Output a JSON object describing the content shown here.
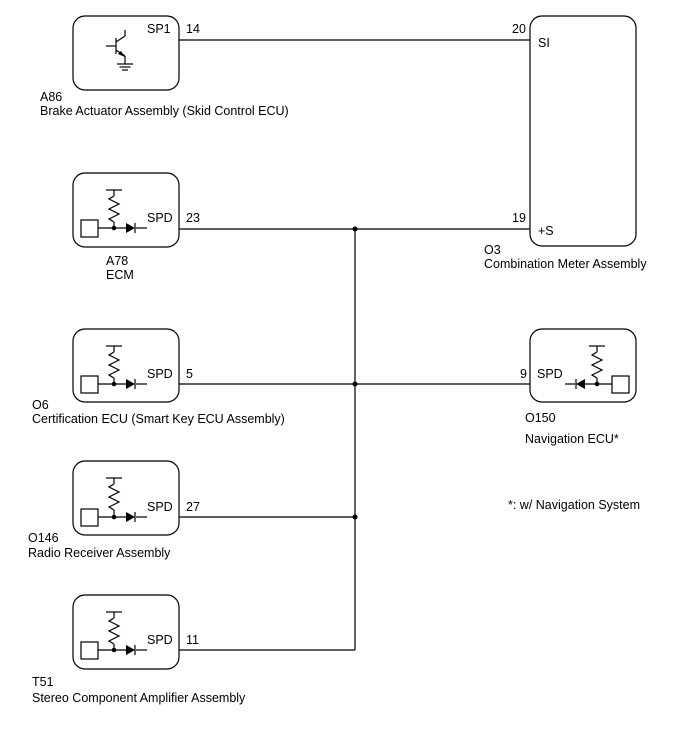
{
  "components": {
    "a86": {
      "code": "A86",
      "name": "Brake Actuator Assembly (Skid Control ECU)",
      "terminal": "SP1",
      "pin": "14"
    },
    "a78": {
      "code": "A78",
      "name": "ECM",
      "terminal": "SPD",
      "pin": "23"
    },
    "o6": {
      "code": "O6",
      "name": "Certification ECU (Smart Key ECU Assembly)",
      "terminal": "SPD",
      "pin": "5"
    },
    "o146": {
      "code": "O146",
      "name": "Radio Receiver Assembly",
      "terminal": "SPD",
      "pin": "27"
    },
    "t51": {
      "code": "T51",
      "name": "Stereo Component Amplifier Assembly",
      "terminal": "SPD",
      "pin": "11"
    },
    "o3": {
      "code": "O3",
      "name": "Combination Meter Assembly",
      "terminal_si": "SI",
      "pin_si": "20",
      "terminal_s": "+S",
      "pin_s": "19"
    },
    "o150": {
      "code": "O150",
      "name": "Navigation ECU*",
      "terminal": "SPD",
      "pin": "9"
    }
  },
  "footnote": "*: w/ Navigation System"
}
